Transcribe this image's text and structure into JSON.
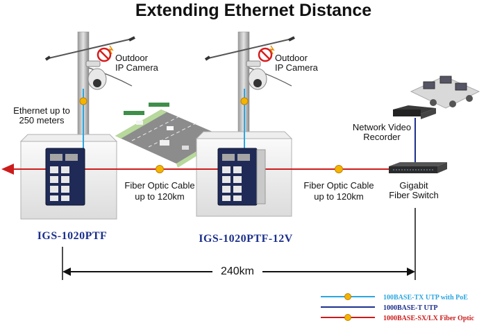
{
  "title": "Extending Ethernet Distance",
  "cameras": [
    {
      "line1": "Outdoor",
      "line2": "IP Camera"
    },
    {
      "line1": "Outdoor",
      "line2": "IP Camera"
    }
  ],
  "ethernet_note": {
    "line1": "Ethernet up to",
    "line2": "250 meters"
  },
  "fiber_links": [
    {
      "line1": "Fiber Optic Cable",
      "line2": "up to 120km"
    },
    {
      "line1": "Fiber Optic Cable",
      "line2": "up to 120km"
    }
  ],
  "nvr": {
    "line1": "Network Video",
    "line2": "Recorder"
  },
  "core_switch": {
    "line1": "Gigabit",
    "line2": "Fiber Switch"
  },
  "switches": [
    {
      "model": "IGS-1020PTF"
    },
    {
      "model": "IGS-1020PTF-12V"
    }
  ],
  "distance": "240km",
  "legend": [
    {
      "label": "100BASE-TX UTP with PoE",
      "color": "#2aa6df"
    },
    {
      "label": "1000BASE-T UTP",
      "color": "#1b2f8c"
    },
    {
      "label": "1000BASE-SX/LX Fiber Optic",
      "color": "#cc1b1b"
    }
  ],
  "colors": {
    "fiber": "#cc1b1b",
    "poe": "#2aa6df",
    "utp": "#1b2f8c",
    "model_text": "#1b2f8c"
  }
}
